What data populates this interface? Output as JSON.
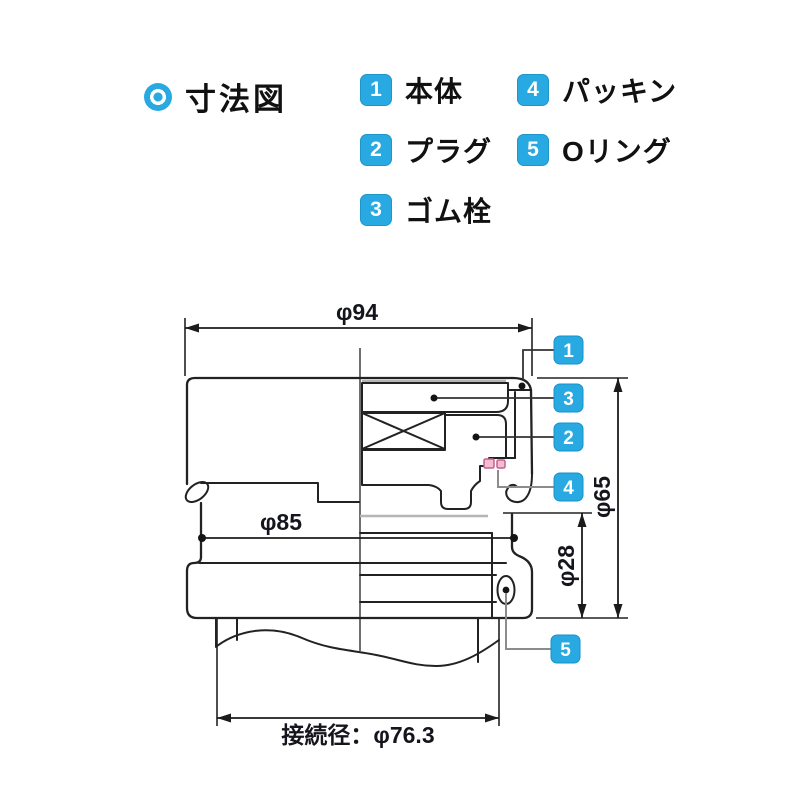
{
  "title": {
    "bullet_icon": "donut-circle",
    "text": "寸法図"
  },
  "legend": {
    "items": [
      {
        "num": "1",
        "label": "本体"
      },
      {
        "num": "2",
        "label": "プラグ"
      },
      {
        "num": "3",
        "label": "ゴム栓"
      },
      {
        "num": "4",
        "label": "パッキン"
      },
      {
        "num": "5",
        "label": "Oリング"
      }
    ]
  },
  "diagram": {
    "type": "technical-cross-section",
    "dimensions": {
      "phi94": "φ94",
      "phi85": "φ85",
      "phi65": "φ65",
      "phi28": "φ28",
      "connection": "接続径：φ76.3"
    },
    "colors": {
      "accent_blue": "#29A9E1",
      "stopper_green": "#BCDA8F",
      "plug_yellow": "#F9E594",
      "packing_pink": "#F4BCD2",
      "packing_pink_edge": "#C2628E",
      "line_black": "#222222"
    }
  }
}
